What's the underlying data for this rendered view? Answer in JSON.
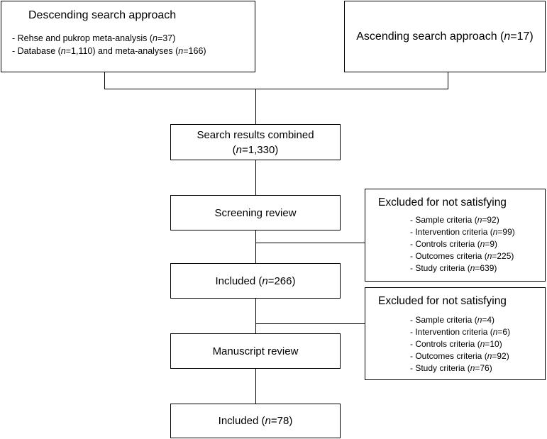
{
  "descending": {
    "title": "Descending search approach",
    "items": [
      {
        "pre": "- Rehse and pukrop meta-analysis (",
        "n_label": "n",
        "post": "=37)"
      },
      {
        "pre": "- Database (",
        "n_label": "n",
        "post": "=1,110) and meta-analyses (",
        "n2_label": "n",
        "post2": "=166)"
      }
    ]
  },
  "ascending": {
    "pre": "Ascending search approach (",
    "n_label": "n",
    "post": "=17)"
  },
  "combined": {
    "line1": "Search results combined",
    "pre": "(",
    "n_label": "n",
    "post": "=1,330)"
  },
  "screening": {
    "label": "Screening review"
  },
  "included1": {
    "pre": "Included (",
    "n_label": "n",
    "post": "=266)"
  },
  "manuscript": {
    "label": "Manuscript review"
  },
  "included2": {
    "pre": "Included (",
    "n_label": "n",
    "post": "=78)"
  },
  "excluded1": {
    "title": "Excluded for not satisfying",
    "items": [
      {
        "pre": "- Sample criteria (",
        "n_label": "n",
        "post": "=92)"
      },
      {
        "pre": "- Intervention criteria (",
        "n_label": "n",
        "post": "=99)"
      },
      {
        "pre": "- Controls criteria (",
        "n_label": "n",
        "post": "=9)"
      },
      {
        "pre": "- Outcomes criteria (",
        "n_label": "n",
        "post": "=225)"
      },
      {
        "pre": "- Study criteria (",
        "n_label": "n",
        "post": "=639)"
      }
    ]
  },
  "excluded2": {
    "title": "Excluded for not satisfying",
    "items": [
      {
        "pre": "- Sample criteria (",
        "n_label": "n",
        "post": "=4)"
      },
      {
        "pre": "- Intervention criteria (",
        "n_label": "n",
        "post": "=6)"
      },
      {
        "pre": "- Controls criteria (",
        "n_label": "n",
        "post": "=10)"
      },
      {
        "pre": "- Outcomes criteria (",
        "n_label": "n",
        "post": "=92)"
      },
      {
        "pre": "- Study criteria (",
        "n_label": "n",
        "post": "=76)"
      }
    ]
  }
}
